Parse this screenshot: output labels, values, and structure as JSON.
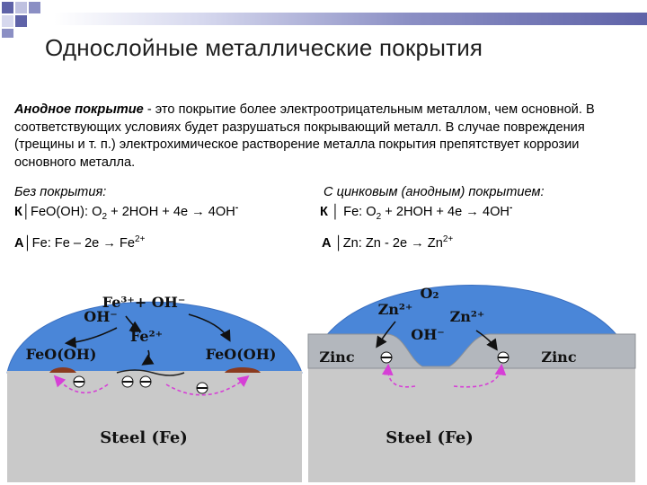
{
  "slide": {
    "title": "Однослойные металлические покрытия",
    "definition_term": "Анодное покрытие",
    "definition_text": " - это покрытие более электроотрицательным металлом, чем основной. В соответствующих условиях будет разрушаться покрывающий металл. В случае повреждения (трещины и т. п.) электрохимическое растворение металла покрытия препятствует коррозии основного металла.",
    "left_heading": "Без покрытия:",
    "right_heading": "С цинковым (анодным) покрытием:",
    "left_k_label": "К│",
    "left_k_pre": "FeO(OH): O",
    "left_k_sub": "2",
    "left_k_post": " + 2HOH + 4e → 4OH",
    "left_k_sup": "-",
    "right_k_label": "К │",
    "right_k_pre": " Fe: O",
    "right_k_sub": "2",
    "right_k_post": " + 2HOH + 4e → 4OH",
    "right_k_sup": "-",
    "left_a_label": "А│",
    "left_a_text": "Fe: Fe – 2e → Fe",
    "left_a_sup": "2+",
    "right_a_label": "А │",
    "right_a_text": "Zn: Zn - 2e → Zn",
    "right_a_sup": "2+"
  },
  "diagram_left": {
    "ion_top": "Fe³⁺+ OH⁻",
    "ion_oh": "OH⁻",
    "ion_fe2": "Fe²⁺",
    "deposit_left": "FeO(OH)",
    "deposit_right": "FeO(OH)",
    "electron": "e",
    "substrate": "Steel (Fe)"
  },
  "diagram_right": {
    "o2": "O₂",
    "zn_left": "Zn²⁺",
    "zn_right": "Zn²⁺",
    "oh": "OH⁻",
    "zinc_left": "Zinc",
    "zinc_right": "Zinc",
    "electron": "e",
    "substrate": "Steel (Fe)"
  },
  "colors": {
    "electrolyte": "#4a86d8",
    "steel": "#c9c9c9",
    "zinc": "#b3b7bd",
    "rust": "#8a3a1f",
    "electron_arrow": "#d63fd6"
  }
}
